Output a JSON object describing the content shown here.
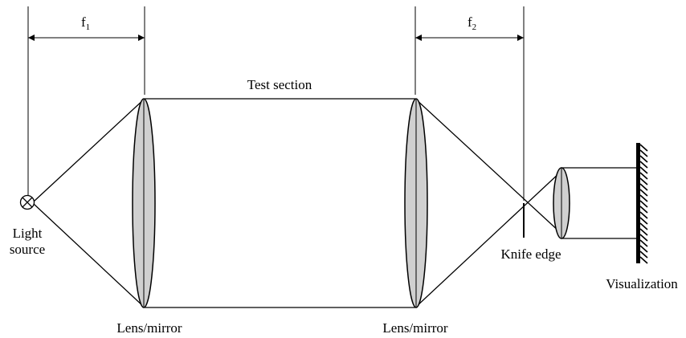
{
  "labels": {
    "f1_letter": "f",
    "f1_sub": "1",
    "f2_letter": "f",
    "f2_sub": "2",
    "test_section": "Test section",
    "light_line1": "Light",
    "light_line2": "source",
    "lens1": "Lens/mirror",
    "lens2": "Lens/mirror",
    "knife_edge": "Knife edge",
    "visualization": "Visualization"
  }
}
